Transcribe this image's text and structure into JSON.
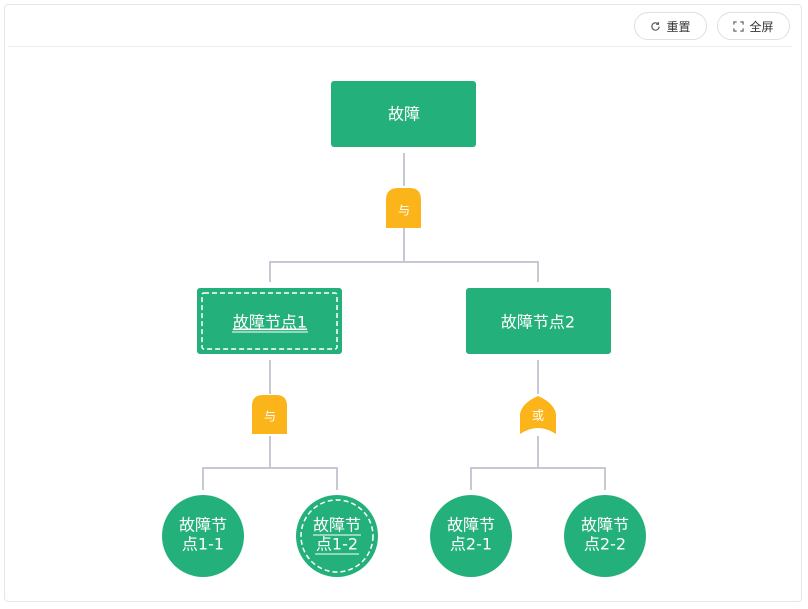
{
  "toolbar": {
    "reset_label": "重置",
    "fullscreen_label": "全屏",
    "reset_icon": "refresh-icon",
    "fullscreen_icon": "expand-icon"
  },
  "colors": {
    "node": "#24b07a",
    "gate": "#fbb41a",
    "connector": "#c6c9d3"
  },
  "tree": {
    "root": {
      "label": "故障"
    },
    "root_gate": {
      "label": "与",
      "type": "and"
    },
    "node1": {
      "label": "故障节点1",
      "selected": true
    },
    "node2": {
      "label": "故障节点2",
      "selected": false
    },
    "node1_gate": {
      "label": "与",
      "type": "and"
    },
    "node2_gate": {
      "label": "或",
      "type": "or"
    },
    "leaf11": {
      "label_line1": "故障节",
      "label_line2": "点1-1",
      "selected": false
    },
    "leaf12": {
      "label_line1": "故障节",
      "label_line2": "点1-2",
      "selected": true
    },
    "leaf21": {
      "label_line1": "故障节",
      "label_line2": "点2-1",
      "selected": false
    },
    "leaf22": {
      "label_line1": "故障节",
      "label_line2": "点2-2",
      "selected": false
    }
  }
}
